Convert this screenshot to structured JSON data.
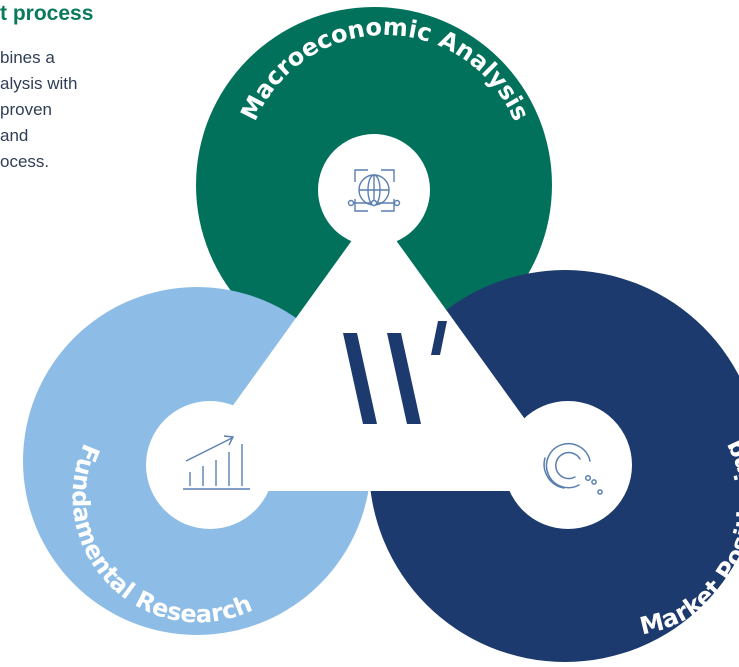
{
  "heading": "t process",
  "intro_lines": [
    "bines a",
    "alysis with",
    "proven",
    "and",
    "ocess."
  ],
  "colors": {
    "macro": "#02715c",
    "fundamental": "#8dbde6",
    "market": "#1d3a6e",
    "heading": "#0a7a5c",
    "body_text": "#2f3e55"
  },
  "circles": [
    {
      "label": "Macroeconomic Analysis",
      "icon": "globe-network-icon"
    },
    {
      "label": "Fundamental Research",
      "icon": "growth-bar-chart-icon"
    },
    {
      "label": "Market Positioning",
      "icon": "concentric-target-icon"
    }
  ],
  "center_logo": "triangle-logo"
}
